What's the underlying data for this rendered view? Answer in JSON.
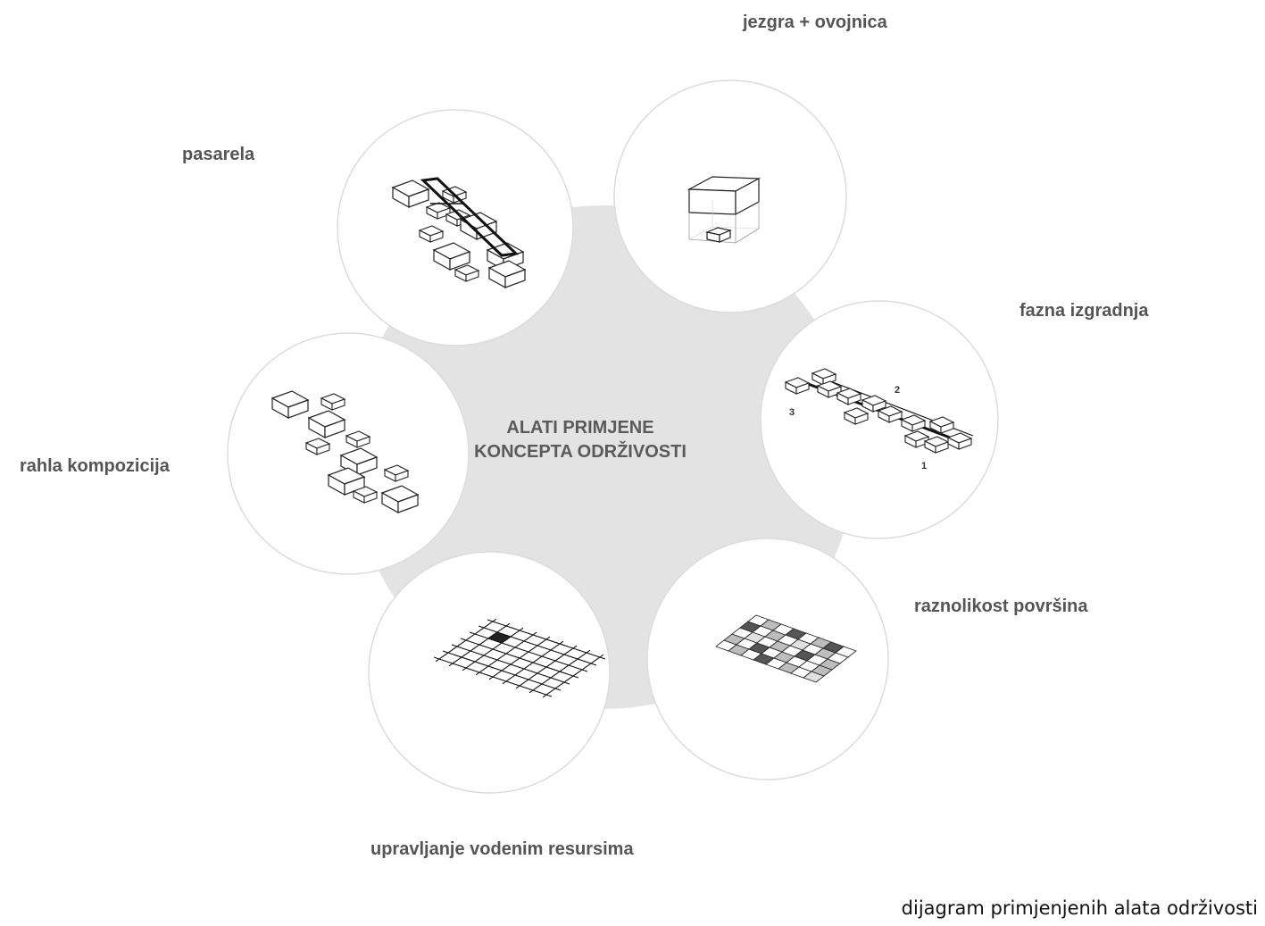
{
  "center": {
    "line1": "ALATI PRIMJENE",
    "line2": "KONCEPTA ODRŽIVOSTI"
  },
  "nodes": [
    {
      "id": "jezgra",
      "label": "jezgra + ovojnica"
    },
    {
      "id": "fazna",
      "label": "fazna izgradnja",
      "phase_numbers": [
        "1",
        "2",
        "3"
      ]
    },
    {
      "id": "raznolikost",
      "label": "raznolikost površina"
    },
    {
      "id": "upravljanje",
      "label": "upravljanje vodenim resursima"
    },
    {
      "id": "rahla",
      "label": "rahla kompozicija"
    },
    {
      "id": "pasarela",
      "label": "pasarela"
    }
  ],
  "caption": "dijagram primjenjenih alata održivosti",
  "colors": {
    "hub": "#e3e3e3",
    "circle_fill": "#ffffff",
    "circle_stroke": "#dcdcdc",
    "label": "#555555"
  }
}
